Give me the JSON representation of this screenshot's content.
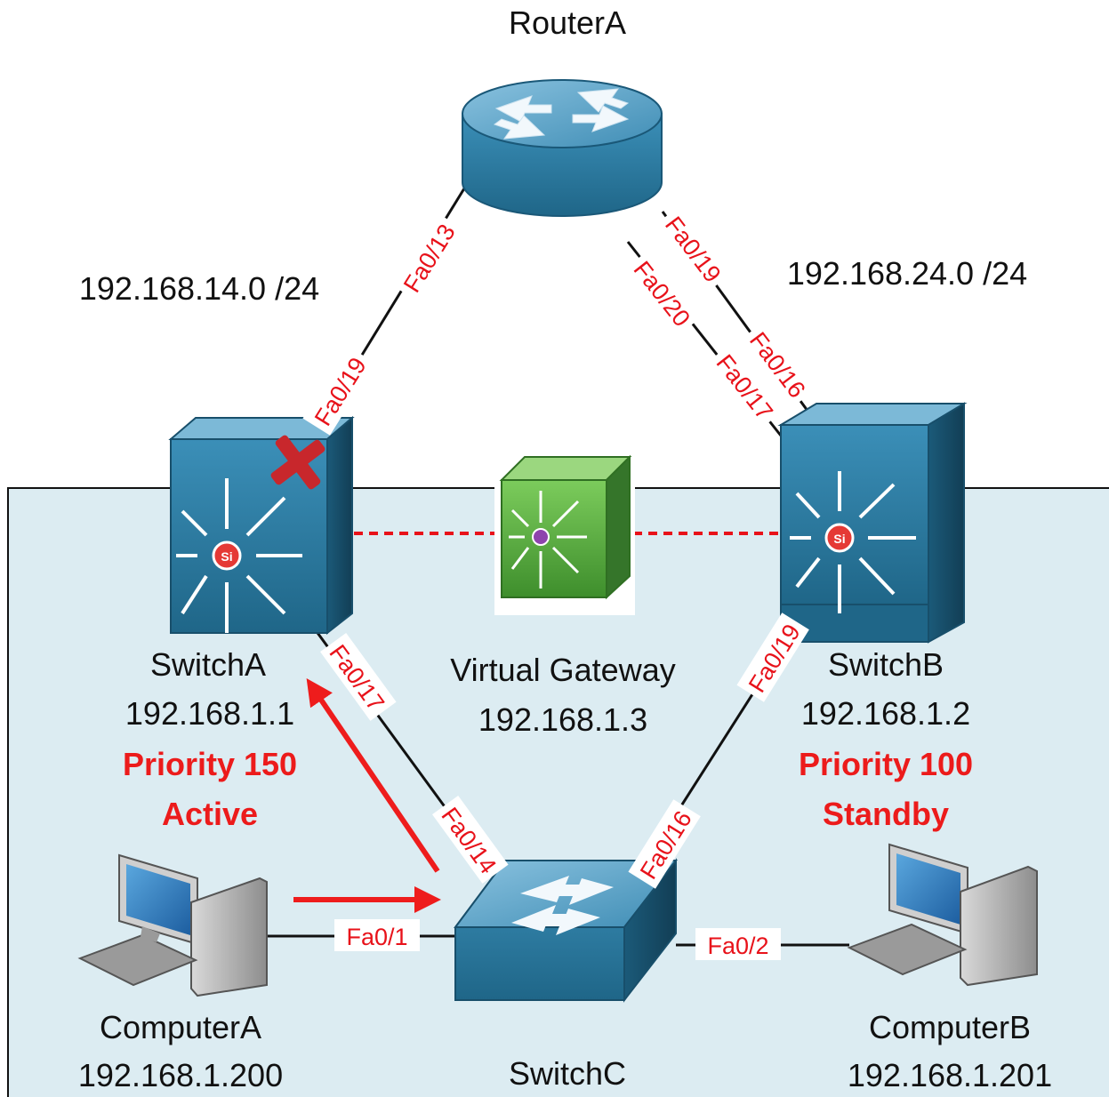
{
  "colors": {
    "vlan_background": "#dcecf2",
    "port_label": "#e8121a",
    "status_label": "#ec1b1b",
    "device_blue": "#2f7fa4",
    "virtual_green": "#53a53c",
    "link": "#111111",
    "fail_mark": "#c8272c"
  },
  "devices": {
    "router_a": {
      "name": "RouterA",
      "icon": "router-icon"
    },
    "switch_a": {
      "name": "SwitchA",
      "ip": "192.168.1.1",
      "priority": "Priority 150",
      "state": "Active",
      "icon": "multilayer-switch-icon"
    },
    "switch_b": {
      "name": "SwitchB",
      "ip": "192.168.1.2",
      "priority": "Priority 100",
      "state": "Standby",
      "icon": "multilayer-switch-icon"
    },
    "virtual_gateway": {
      "name": "Virtual Gateway",
      "ip": "192.168.1.3",
      "icon": "virtual-switch-icon"
    },
    "switch_c": {
      "name": "SwitchC",
      "icon": "workgroup-switch-icon"
    },
    "computer_a": {
      "name": "ComputerA",
      "ip": "192.168.1.200",
      "icon": "computer-icon"
    },
    "computer_b": {
      "name": "ComputerB",
      "ip": "192.168.1.201",
      "icon": "computer-icon"
    }
  },
  "subnets": {
    "left": "192.168.14.0 /24",
    "right": "192.168.24.0 /24"
  },
  "ports": {
    "router_left": "Fa0/13",
    "router_right_1": "Fa0/19",
    "router_right_2": "Fa0/20",
    "switch_a_uplink": "Fa0/19",
    "switch_b_uplink_1": "Fa0/16",
    "switch_b_uplink_2": "Fa0/17",
    "switch_a_down": "Fa0/17",
    "switch_c_to_a": "Fa0/14",
    "switch_b_down": "Fa0/19",
    "switch_c_to_b": "Fa0/16",
    "switch_c_to_computer_a": "Fa0/1",
    "switch_c_to_computer_b": "Fa0/2"
  },
  "status": {
    "failed_link": "switch_a_uplink",
    "fail_icon": "x-mark-icon"
  }
}
